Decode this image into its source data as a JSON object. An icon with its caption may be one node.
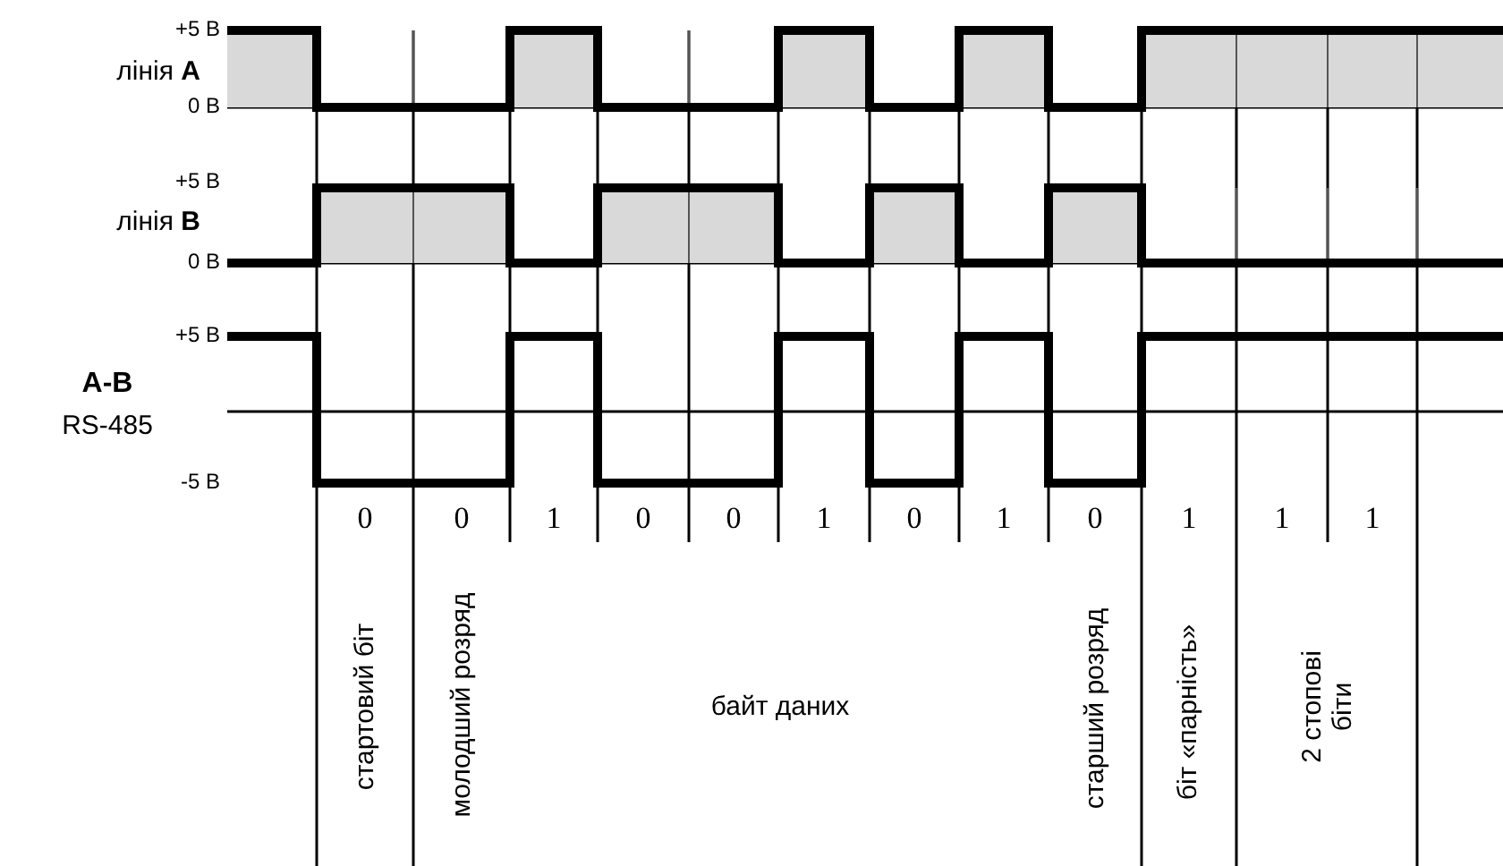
{
  "diagram": {
    "labels": [
      "+5 В",
      "лінія **A**",
      "0 В",
      "+5 В",
      "лінія **B**",
      "0 В",
      "+5 В",
      "A-B",
      "RS-485",
      "-5 В",
      "0",
      "0",
      "1",
      "0",
      "0",
      "1",
      "0",
      "1",
      "0",
      "1",
      "1",
      "1",
      "стартовий біт",
      "молодший розряд",
      "байт даних",
      "старший розряд",
      "біт «парність»",
      "2 стопові біти"
    ]
  }
}
